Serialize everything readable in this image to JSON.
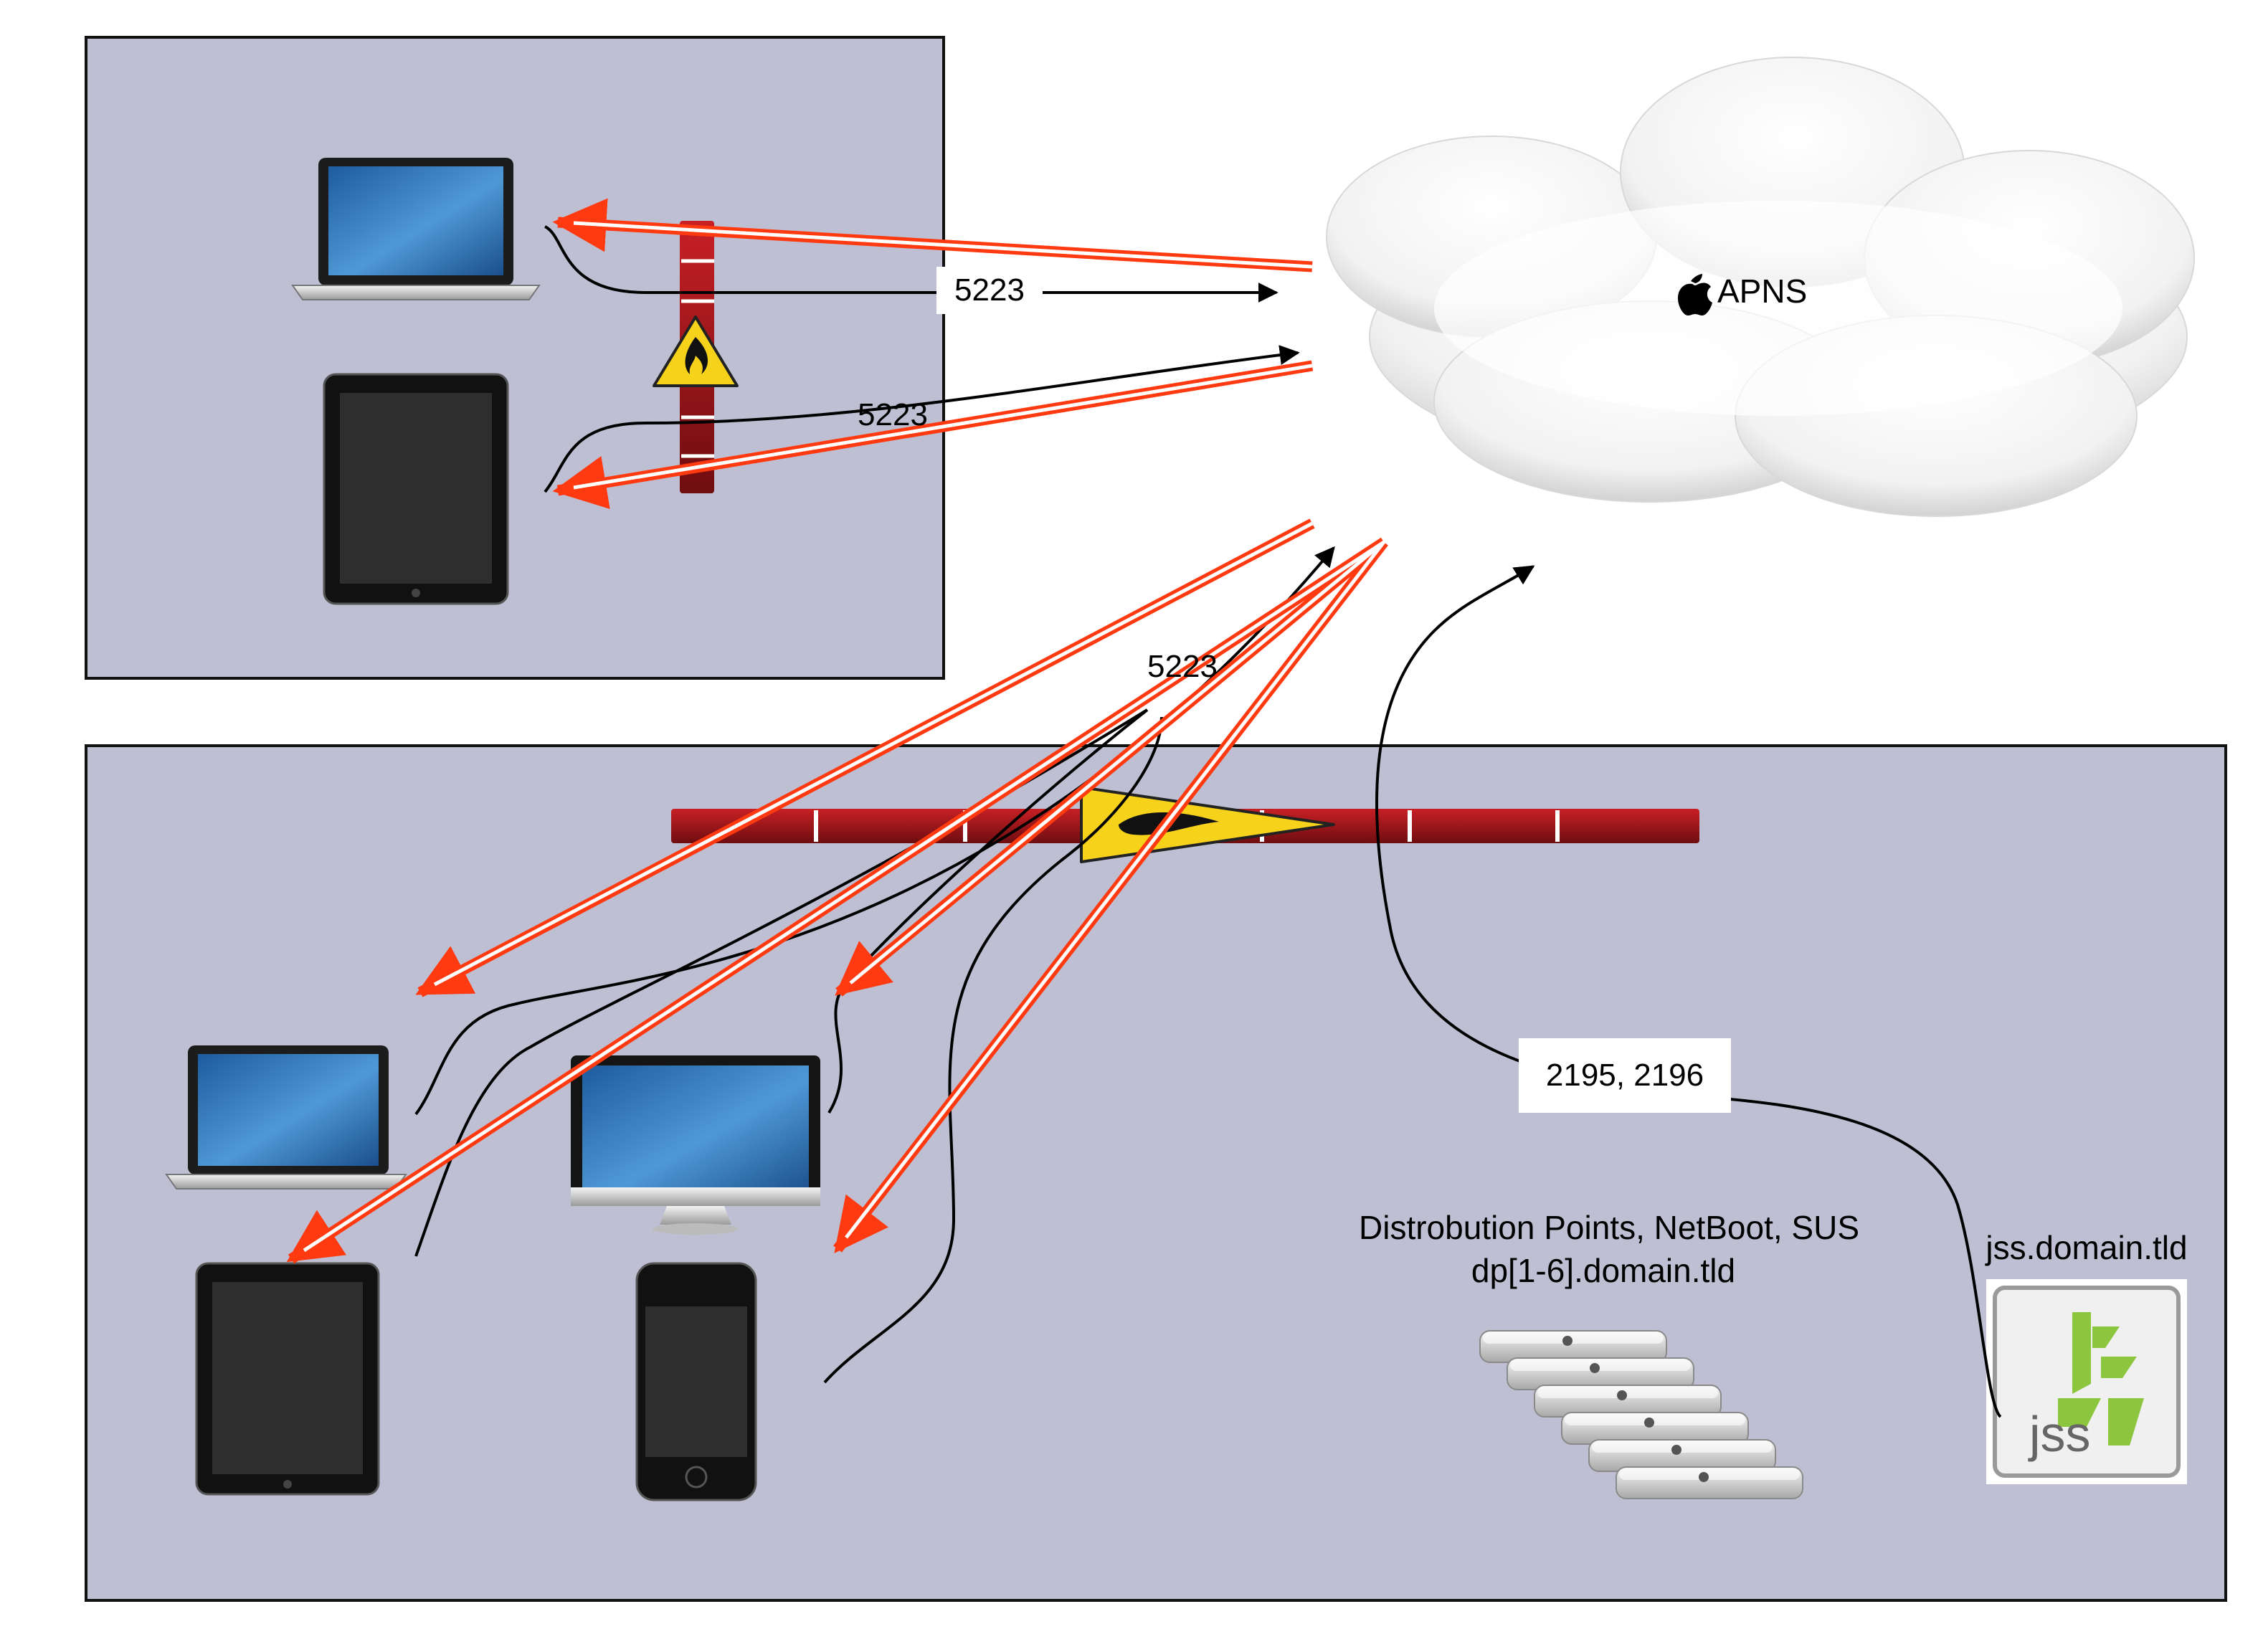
{
  "cloud": {
    "logo_icon": "apple-logo-icon",
    "label": "APNS"
  },
  "ports": {
    "laptop_top": "5223",
    "ipad_top": "5223",
    "lower_devices": "5223",
    "jss": "2195, 2196"
  },
  "distribution": {
    "title": "Distrobution Points, NetBoot, SUS",
    "hosts": "dp[1-6].domain.tld",
    "server_count": 6
  },
  "jss": {
    "host": "jss.domain.tld",
    "logo_text": "jss"
  },
  "colors": {
    "zone_fill": "#bfbfd3",
    "zone_border": "#111111",
    "push_arrow": "#ff3a10",
    "connection_line": "#000000",
    "firewall": "#a3161a",
    "warning": "#f6d21a",
    "jss_green": "#8cc63f"
  },
  "icons": [
    "laptop-icon",
    "ipad-icon",
    "monitor-icon",
    "iphone-icon",
    "firewall-icon",
    "fire-warning-icon",
    "mac-mini-icon",
    "jss-logo-icon",
    "cloud-icon"
  ]
}
